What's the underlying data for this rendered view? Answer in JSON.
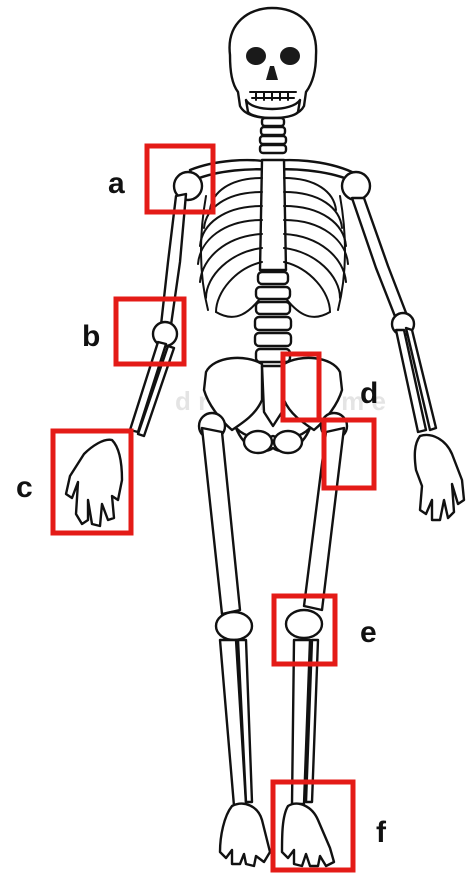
{
  "colors": {
    "highlight": "#e41b17",
    "bone_outline": "#111111",
    "bone_fill": "#ffffff",
    "label": "#111111"
  },
  "labels": {
    "a": "a",
    "b": "b",
    "c": "c",
    "d": "d",
    "e": "e",
    "f": "f"
  }
}
